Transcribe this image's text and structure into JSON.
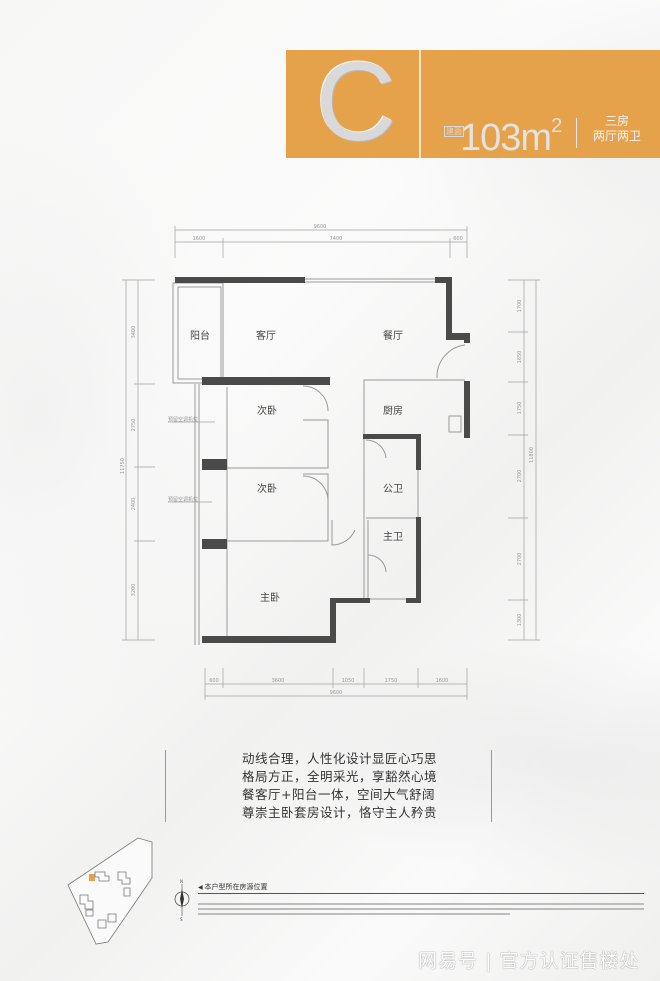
{
  "unit": {
    "type_letter": "C",
    "area_prefix": "建面",
    "area_value": "103",
    "area_unit": "m",
    "area_sup": "2",
    "rooms_line1": "三房",
    "rooms_line2": "两厅两卫"
  },
  "rooms": {
    "balcony": "阳台",
    "living": "客厅",
    "dining": "餐厅",
    "bedroom2a": "次卧",
    "bedroom2b": "次卧",
    "kitchen": "厨房",
    "public_bath": "公卫",
    "master_bath": "主卫",
    "master_bedroom": "主卧"
  },
  "ac_notes": [
    "预留空调机位",
    "预留空调机位"
  ],
  "dimensions": {
    "top_total": "9600",
    "top_segments": [
      "1600",
      "7400",
      "600"
    ],
    "bottom_total": "9600",
    "bottom_segments": [
      "600",
      "3600",
      "1050",
      "1750",
      "1600"
    ],
    "left_total": "11750",
    "left_segments": [
      "3400",
      "2750",
      "2400",
      "3200"
    ],
    "right_total": "11800",
    "right_segments": [
      "1700",
      "1650",
      "1750",
      "2700",
      "2700",
      "1300"
    ]
  },
  "features": [
    "动线合理，人性化设计显匠心巧思",
    "格局方正，全明采光，享豁然心境",
    "餐客厅+阳台一体，空间大气舒阔",
    "尊崇主卧套房设计，恪守主人矜贵"
  ],
  "location": {
    "label": "本户型所在房源位置",
    "compass_n": "N",
    "compass_s": "S"
  },
  "watermark": "网易号 | 官方认证售楼处"
}
